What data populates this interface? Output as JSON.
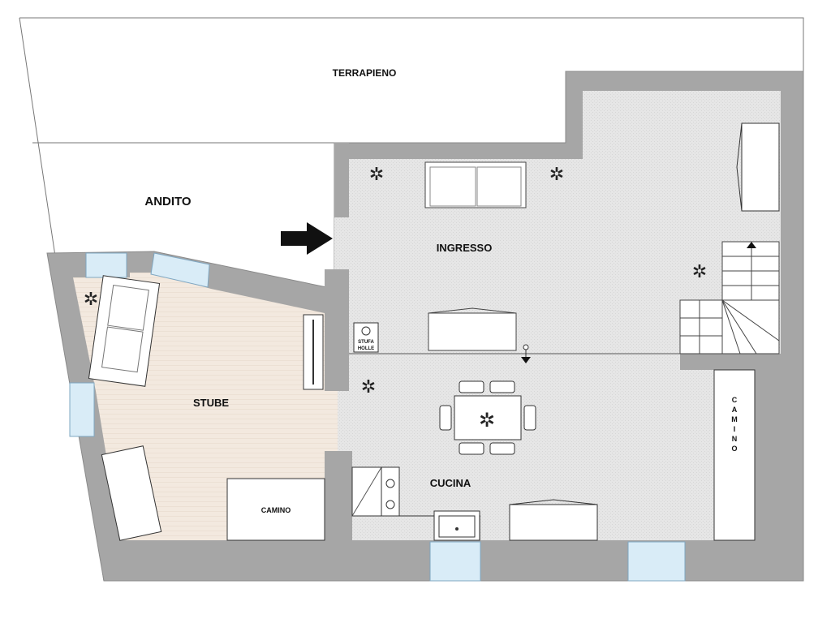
{
  "rooms": {
    "terrapieno": "TERRAPIENO",
    "andito": "ANDITO",
    "ingresso": "INGRESSO",
    "stube": "STUBE",
    "cucina": "CUCINA",
    "camino_stube": "CAMINO",
    "camino_cucina": "CAMINO",
    "stufa_line1": "STUFA",
    "stufa_line2": "HOLLE"
  },
  "colors": {
    "wall": "#a6a6a6",
    "floor_tile": "#e4e4e4",
    "floor_wood": "#f0e6dc",
    "window": "#d9ecf7",
    "furniture": "#ffffff",
    "line": "#333333"
  }
}
